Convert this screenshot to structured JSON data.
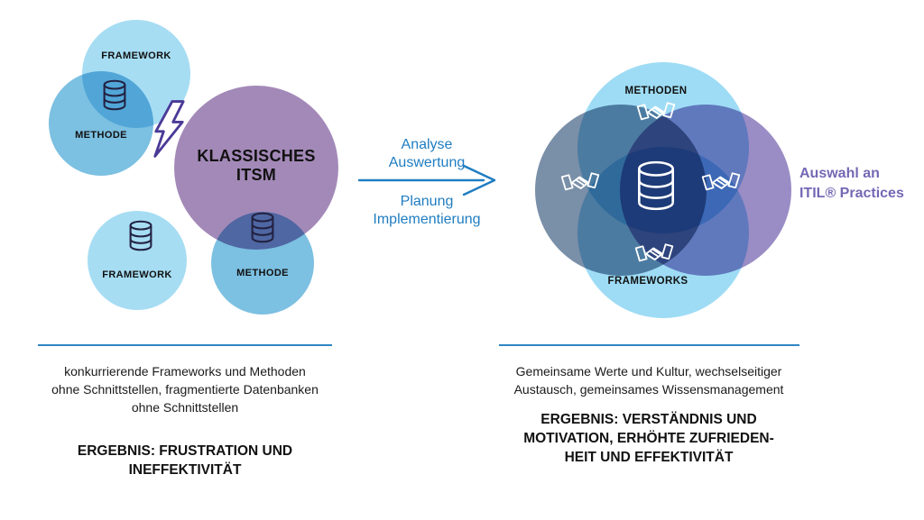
{
  "left_diagram": {
    "framework_top_label": "FRAMEWORK",
    "methode_top_label": "METHODE",
    "itsm_title_lines": [
      "KLASSISCHES",
      "ITSM"
    ],
    "framework_bottom_label": "FRAMEWORK",
    "methode_bottom_label": "METHODE",
    "note_lines": [
      "konkurrierende Frameworks und Methoden",
      "ohne Schnittstellen, fragmentierte Datenbanken",
      "ohne Schnittstellen"
    ],
    "result_lines": [
      "ERGEBNIS: FRUSTRATION UND",
      "INEFFEKTIVITÄT"
    ]
  },
  "transition": {
    "above_arrow_lines": [
      "Analyse",
      "Auswertung"
    ],
    "below_arrow_lines": [
      "Planung",
      "Implementierung"
    ]
  },
  "right_diagram": {
    "methoden_label": "METHODEN",
    "frameworks_label": "FRAMEWORKS",
    "side_label_lines": [
      "Auswahl an",
      "ITIL® Practices"
    ],
    "note_lines": [
      "Gemeinsame Werte und Kultur, wechselseitiger",
      "Austausch, gemeinsames Wissensmanagement"
    ],
    "result_lines": [
      "ERGEBNIS: VERSTÄNDNIS UND",
      "MOTIVATION, ERHÖHTE ZUFRIEDEN-",
      "HEIT UND EFFEKTIVITÄT"
    ]
  },
  "icons": {
    "database": "database-icon",
    "handshake": "handshake-icon",
    "lightning": "lightning-bolt-icon",
    "arrow_right": "arrow-right-icon"
  },
  "colors": {
    "arrow_blue": "#1f7dc1",
    "divider_blue": "#2e86c4",
    "light_blue": "#a6ddf3",
    "medium_blue": "#7cc0e2",
    "itsm_purple": "#a389b8",
    "venn_light_blue": "#9edcf5",
    "venn_gray_blue": "#7a8fa8",
    "venn_purple": "#9a8cc5",
    "side_label_purple": "#7568b4",
    "bolt_purple": "#4b3a97",
    "db_icon_navy": "#232242",
    "text_black": "#1a1a1a"
  }
}
